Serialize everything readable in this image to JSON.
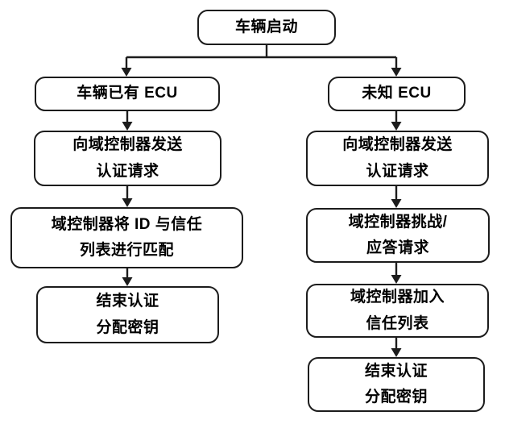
{
  "diagram": {
    "type": "flowchart",
    "nodes": {
      "start": {
        "label": "车辆启动"
      },
      "left_branch": [
        {
          "label": "车辆已有 ECU"
        },
        {
          "label": "向域控制器发送\n认证请求"
        },
        {
          "label": "域控制器将 ID 与信任\n列表进行匹配"
        },
        {
          "label": "结束认证\n分配密钥"
        }
      ],
      "right_branch": [
        {
          "label": "未知 ECU"
        },
        {
          "label": "向域控制器发送\n认证请求"
        },
        {
          "label": "域控制器挑战/\n应答请求"
        },
        {
          "label": "域控制器加入\n信任列表"
        },
        {
          "label": "结束认证\n分配密钥"
        }
      ]
    },
    "edges": [
      {
        "from": "start",
        "to": "left_branch.0"
      },
      {
        "from": "start",
        "to": "right_branch.0"
      },
      {
        "from": "left_branch.0",
        "to": "left_branch.1"
      },
      {
        "from": "left_branch.1",
        "to": "left_branch.2"
      },
      {
        "from": "left_branch.2",
        "to": "left_branch.3"
      },
      {
        "from": "right_branch.0",
        "to": "right_branch.1"
      },
      {
        "from": "right_branch.1",
        "to": "right_branch.2"
      },
      {
        "from": "right_branch.2",
        "to": "right_branch.3"
      },
      {
        "from": "right_branch.3",
        "to": "right_branch.4"
      }
    ],
    "colors": {
      "border": "#1c1c1c",
      "text": "#000000",
      "background": "#ffffff",
      "connector": "#1c1c1c"
    }
  }
}
